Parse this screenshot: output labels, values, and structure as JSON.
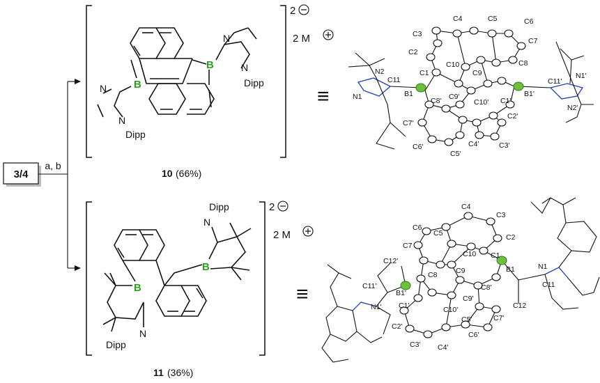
{
  "reactant": {
    "label": "3/4"
  },
  "reagents": {
    "text": "a, b"
  },
  "product_top": {
    "number": "10",
    "yield": "(66%)",
    "charge": "2",
    "counterion": "2 M",
    "atoms": {
      "b": "B",
      "n": "N",
      "sub": "Dipp"
    },
    "xray_labels": {
      "C1": "C1",
      "C2": "C2",
      "C3": "C3",
      "C4": "C4",
      "C5": "C5",
      "C6": "C6",
      "C7": "C7",
      "C8": "C8",
      "C9": "C9",
      "C10": "C10",
      "C11": "C11",
      "C1p": "C1'",
      "C2p": "C2'",
      "C3p": "C3'",
      "C4p": "C4'",
      "C5p": "C5'",
      "C6p": "C6'",
      "C7p": "C7'",
      "C8p": "C8'",
      "C9p": "C9'",
      "C10p": "C10'",
      "C11p": "C11'",
      "B1": "B1",
      "B1p": "B1'",
      "N1": "N1",
      "N2": "N2",
      "N1p": "N1'",
      "N2p": "N2'"
    }
  },
  "product_bottom": {
    "number": "11",
    "yield": "(36%)",
    "charge": "2",
    "counterion": "2 M",
    "atoms": {
      "b": "B",
      "n": "N",
      "sub": "Dipp"
    },
    "xray_labels": {
      "C1": "C1",
      "C2": "C2",
      "C3": "C3",
      "C4": "C4",
      "C5": "C5",
      "C6": "C6",
      "C7": "C7",
      "C8": "C8",
      "C9": "C9",
      "C10": "C10",
      "C11": "C11",
      "C12": "C12",
      "C1p": "C1'",
      "C2p": "C2'",
      "C3p": "C3'",
      "C4p": "C4'",
      "C5p": "C5'",
      "C6p": "C6'",
      "C7p": "C7'",
      "C8p": "C8'",
      "C9p": "C9'",
      "C10p": "C10'",
      "C11p": "C11'",
      "C12p": "C12'",
      "B1": "B1",
      "B1p": "B1'",
      "N1": "N1",
      "N1p": "N1'"
    }
  },
  "equiv_symbol": "≡",
  "colors": {
    "boron": "#2e9e1f",
    "nitrogen": "#1f3fb0"
  }
}
